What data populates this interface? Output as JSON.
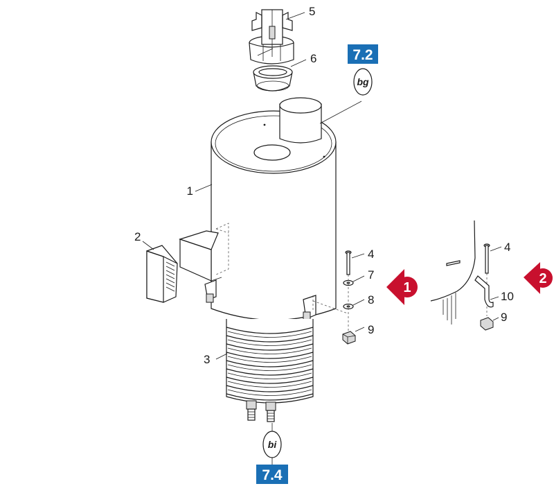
{
  "colors": {
    "ref_box": "#1a6fb5",
    "view_marker": "#c8102e"
  },
  "callouts": {
    "p1": "1",
    "p2": "2",
    "p3": "3",
    "p4": "4",
    "p5": "5",
    "p6": "6",
    "p7": "7",
    "p8": "8",
    "p9": "9",
    "p4b": "4",
    "p9b": "9",
    "p10": "10"
  },
  "references": {
    "top": "7.2",
    "bottom": "7.4"
  },
  "symbols": {
    "top": "bg",
    "bottom": "bi"
  },
  "views": {
    "v1": "1",
    "v2": "2"
  }
}
